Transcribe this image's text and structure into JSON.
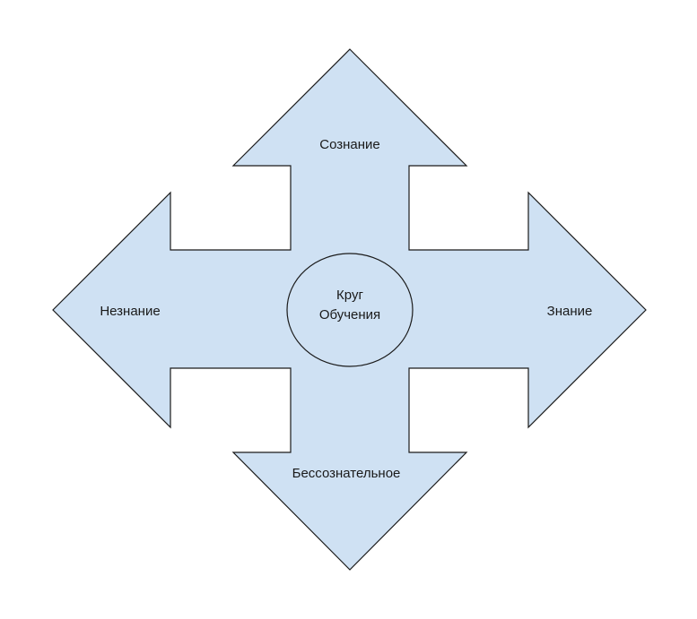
{
  "diagram": {
    "center_line1": "Круг",
    "center_line2": "Обучения",
    "up_label": "Сознание",
    "down_label": "Бессознательное",
    "left_label": "Незнание",
    "right_label": "Знание"
  },
  "colors": {
    "fill": "#cfe1f3",
    "stroke": "#1a1a1a",
    "circle_fill": "#cfe1f3"
  }
}
